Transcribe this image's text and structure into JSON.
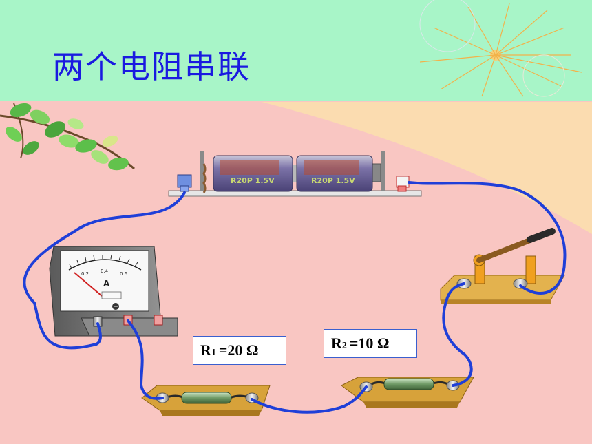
{
  "title": "两个电阻串联",
  "batteries": [
    {
      "label": "R20P 1.5V"
    },
    {
      "label": "R20P 1.5V"
    }
  ],
  "resistors": [
    {
      "symbol": "R",
      "subscript": "1",
      "value": " =20 Ω"
    },
    {
      "symbol": "R",
      "subscript": "2",
      "value": " =10 Ω"
    }
  ],
  "ammeter": {
    "scale_labels": [
      "0.2",
      "0.4",
      "0.6"
    ],
    "unit_symbol": "A"
  },
  "colors": {
    "title": "#1a1ae0",
    "header_bg": "#a8f5c8",
    "background": "#f9c6c2",
    "wire": "#1f3fd8",
    "board": "#d7a23a"
  }
}
